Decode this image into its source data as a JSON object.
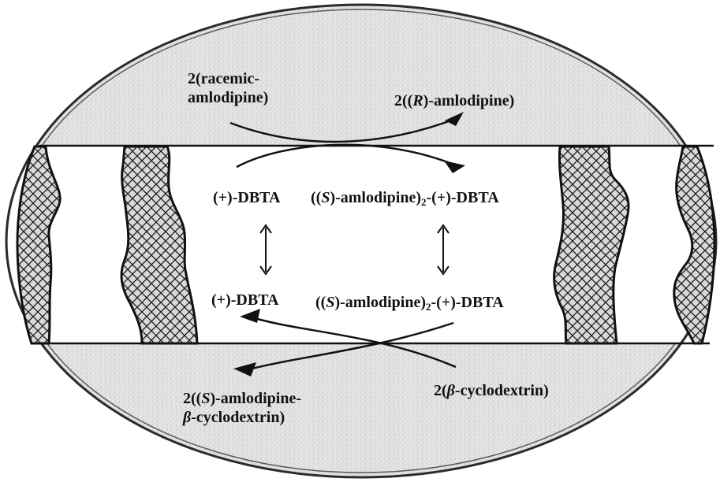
{
  "labels": {
    "racemic_line1": "2(racemic-",
    "racemic_line2": "amlodipine)",
    "r_product_pre": "2((",
    "r_product_italic": "R",
    "r_product_post": ")-amlodipine)",
    "dbta_top": "(+)-DBTA",
    "complex_top_pre": "((",
    "complex_top_italic": "S",
    "complex_top_mid": ")-amlodipine)",
    "complex_top_sub": "2",
    "complex_top_post": "-(+)-DBTA",
    "dbta_bottom": "(+)-DBTA",
    "complex_bottom_pre": "((",
    "complex_bottom_italic": "S",
    "complex_bottom_mid": ")-amlodipine)",
    "complex_bottom_sub": "2",
    "complex_bottom_post": "-(+)-DBTA",
    "s_product_pre": "2((",
    "s_product_italic": "S",
    "s_product_mid": ")-amlodipine-",
    "s_product_beta": "β",
    "s_product_post": "-cyclodextrin)",
    "cd_pre": "2(",
    "cd_beta": "β",
    "cd_post": "-cyclodextrin)"
  },
  "colors": {
    "ink": "#111111",
    "ellipse_fill": "#e9e9e9",
    "hatch_fill": "#cfcfcf"
  },
  "icons": [
    "double-headed-arrow",
    "crosshatch-membrane-blob",
    "curved-reaction-arrow"
  ]
}
